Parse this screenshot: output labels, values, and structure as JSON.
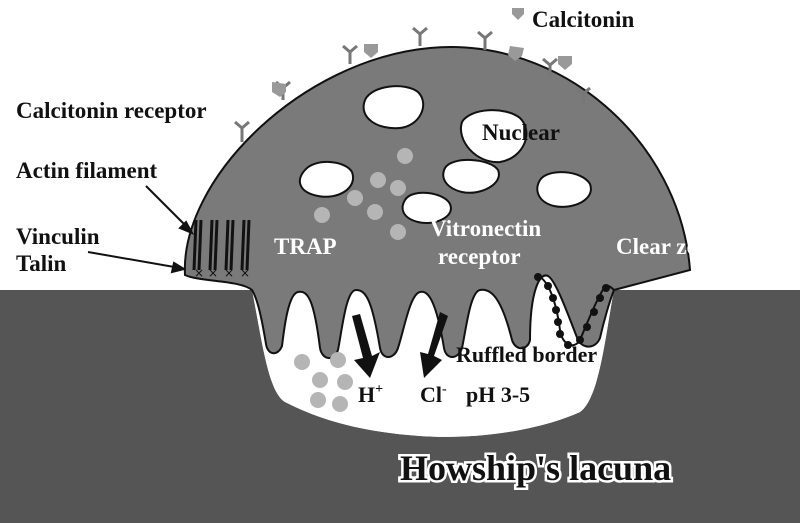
{
  "labels": {
    "calcitonin": "Calcitonin",
    "calcitonin_receptor": "Calcitonin receptor",
    "actin_filament": "Actin filament",
    "vinculin": "Vinculin",
    "talin": "Talin",
    "nuclear": "Nuclear",
    "trap": "TRAP",
    "vitronectin": "Vitronectin",
    "receptor": "receptor",
    "clear_zone": "Clear zone",
    "ruffled_border": "Ruffled border",
    "ph": "pH 3-5",
    "h_ion": "H",
    "h_charge": "+",
    "cl_ion": "Cl",
    "cl_charge": "-",
    "lacuna": "Howship's lacuna"
  },
  "colors": {
    "cell_body": "#7a7a7a",
    "bone": "#555555",
    "vesicle": "#b5b5b5",
    "outline": "#111111"
  }
}
